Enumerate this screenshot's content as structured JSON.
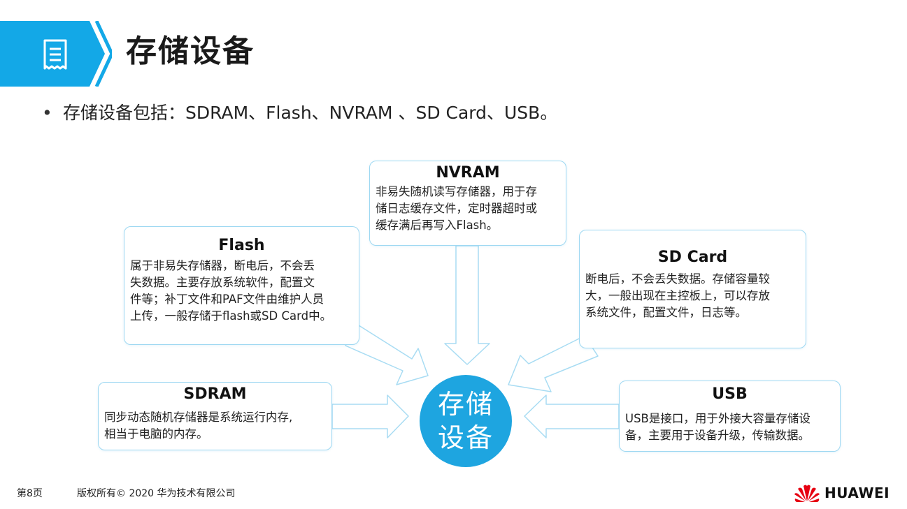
{
  "header": {
    "title": "存储设备",
    "icon": "document-icon",
    "accent_color": "#13a8e7"
  },
  "intro": {
    "bullet": "•",
    "text": "存储设备包括：SDRAM、Flash、NVRAM 、SD Card、USB。"
  },
  "diagram": {
    "center_label_line1": "存储",
    "center_label_line2": "设备",
    "center_color": "#1ea5e0",
    "nodes": {
      "nvram": {
        "title": "NVRAM",
        "lines": [
          "非易失随机读写存储器，用于存",
          "储日志缓存文件，定时器超时或",
          "缓存满后再写入Flash。"
        ]
      },
      "flash": {
        "title": "Flash",
        "lines": [
          "属于非易失存储器，断电后，不会丢",
          "失数据。主要存放系统软件，配置文",
          "件等；补丁文件和PAF文件由维护人员",
          "上传，一般存储于flash或SD Card中。"
        ]
      },
      "sdcard": {
        "title": "SD Card",
        "lines": [
          "断电后，不会丢失数据。存储容量较",
          "大，一般出现在主控板上，可以存放",
          "系统文件，配置文件，日志等。"
        ]
      },
      "sdram": {
        "title": "SDRAM",
        "lines": [
          "同步动态随机存储器是系统运行内存,",
          "相当于电脑的内存。"
        ]
      },
      "usb": {
        "title": "USB",
        "lines": [
          "USB是接口，用于外接大容量存储设",
          "备，主要用于设备升级，传输数据。"
        ]
      }
    }
  },
  "footer": {
    "page": "第8页",
    "copyright": "版权所有© 2020 华为技术有限公司",
    "brand": "HUAWEI",
    "brand_icon": "huawei-logo-icon",
    "brand_color": "#e60012"
  }
}
